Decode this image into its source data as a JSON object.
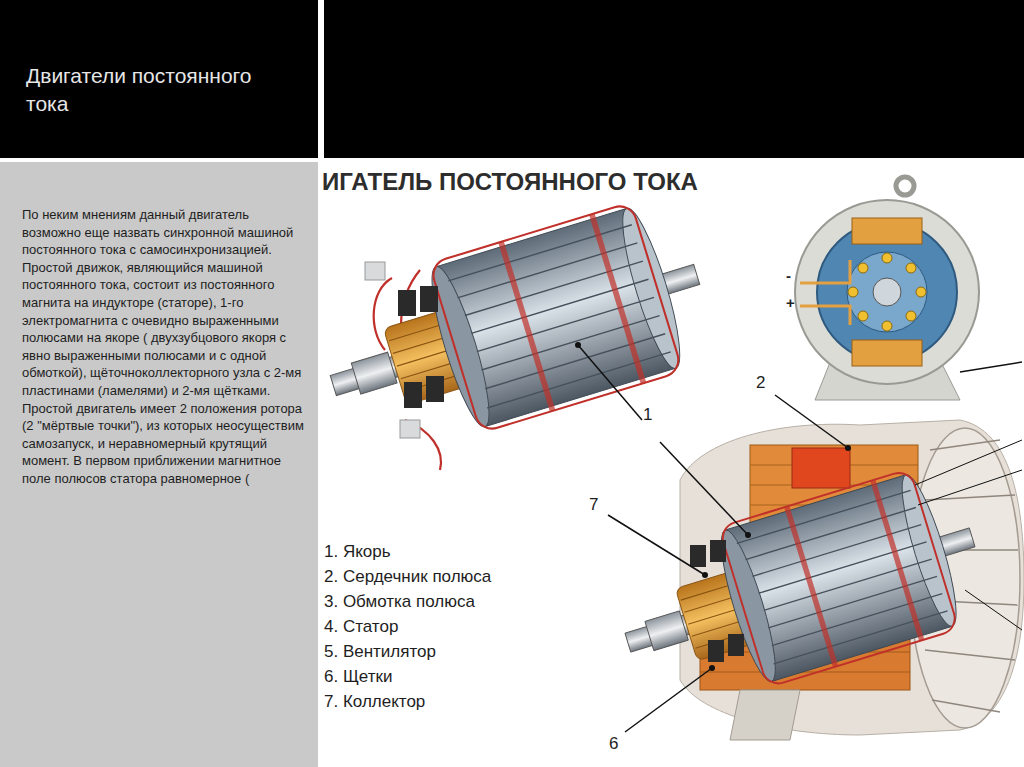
{
  "diagram": {
    "title": "Двигатели постоянного тока",
    "nodes": [
      {
        "text": [
          "По неким мнениям данный двигатель возможно еще назвать синхронной машиной постоянного тока с самосинхронизацией. Простой движок, являющийся машиной постоянного тока, состоит из постоянного магнита на индукторе (статоре), 1-го электромагнита с очевидно выраженными полюсами на якоре ( двухзубцового якоря с явно выраженными полюсами и с одной обмоткой), щёточноколлекторного узла с 2-мя пластинами (ламелями) и 2-мя щётками. Простой двигатель имеет 2 положения ротора (2 \"мёртвые точки\"), из которых неосуществим самозапуск, и неравномерный крутящий момент. В первом приближении магнитное поле полюсов статора равномерное ("
        ]
      }
    ],
    "labels": [
      "ИГАТЕЛЬ ПОСТОЯННОГО ТОКА",
      "-",
      "+",
      "1. Якорь",
      "2. Сердечник полюса",
      "3. Обмотка полюса",
      "4. Статор",
      "5. Вентилятор",
      "6. Щетки",
      "7. Коллектор",
      "1",
      "2",
      "7",
      "6"
    ]
  }
}
